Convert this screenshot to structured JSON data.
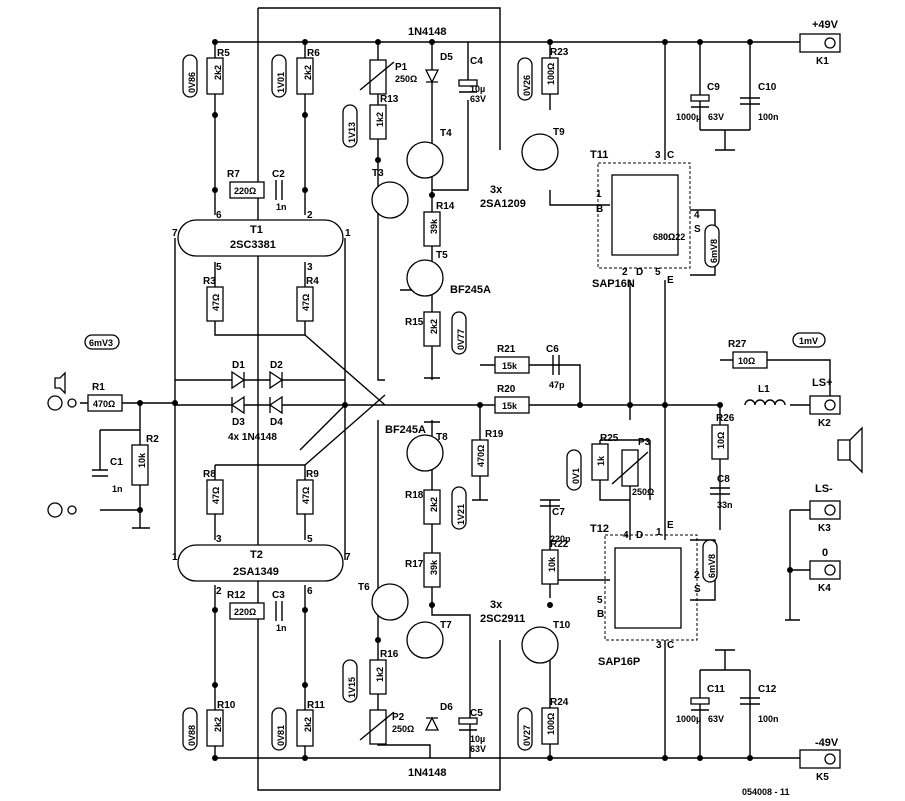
{
  "rails": {
    "pos": "+49V",
    "neg": "-49V"
  },
  "connectors": {
    "k1": "K1",
    "k2": "K2",
    "k3": "K3",
    "k4": "K4",
    "k5": "K5",
    "ls_plus": "LS+",
    "ls_minus": "LS-",
    "zero": "0"
  },
  "transistors": {
    "t1": "T1",
    "t1_type": "2SC3381",
    "t2": "T2",
    "t2_type": "2SA1349",
    "t3": "T3",
    "t4": "T4",
    "t5": "T5",
    "t5_type": "BF245A",
    "t6": "T6",
    "t7": "T7",
    "t8": "T8",
    "t8_type": "BF245A",
    "t9": "T9",
    "t10": "T10",
    "t11": "T11",
    "t11_type": "SAP16N",
    "t12": "T12",
    "t12_type": "SAP16P",
    "group_top": "3x",
    "group_top_type": "2SA1209",
    "group_bot": "3x",
    "group_bot_type": "2SC2911"
  },
  "diodes": {
    "d1": "D1",
    "d2": "D2",
    "d3": "D3",
    "d4": "D4",
    "bridge_note": "4x 1N4148",
    "d5": "D5",
    "d6": "D6",
    "top_type": "1N4148",
    "bot_type": "1N4148"
  },
  "resistors": [
    {
      "ref": "R1",
      "val": "470Ω"
    },
    {
      "ref": "R2",
      "val": "10k"
    },
    {
      "ref": "R3",
      "val": "47Ω"
    },
    {
      "ref": "R4",
      "val": "47Ω"
    },
    {
      "ref": "R5",
      "val": "2k2"
    },
    {
      "ref": "R6",
      "val": "2k2"
    },
    {
      "ref": "R7",
      "val": "220Ω"
    },
    {
      "ref": "R8",
      "val": "47Ω"
    },
    {
      "ref": "R9",
      "val": "47Ω"
    },
    {
      "ref": "R10",
      "val": "2k2"
    },
    {
      "ref": "R11",
      "val": "2k2"
    },
    {
      "ref": "R12",
      "val": "220Ω"
    },
    {
      "ref": "R13",
      "val": "1k2"
    },
    {
      "ref": "R14",
      "val": "39k"
    },
    {
      "ref": "R15",
      "val": "2k2"
    },
    {
      "ref": "R16",
      "val": "1k2"
    },
    {
      "ref": "R17",
      "val": "39k"
    },
    {
      "ref": "R18",
      "val": "2k2"
    },
    {
      "ref": "R19",
      "val": "470Ω"
    },
    {
      "ref": "R20",
      "val": "15k"
    },
    {
      "ref": "R21",
      "val": "15k"
    },
    {
      "ref": "R22",
      "val": "10k"
    },
    {
      "ref": "R23",
      "val": "100Ω"
    },
    {
      "ref": "R24",
      "val": "100Ω"
    },
    {
      "ref": "R25",
      "val": "1k"
    },
    {
      "ref": "R26",
      "val": "10Ω"
    },
    {
      "ref": "R27",
      "val": "10Ω"
    }
  ],
  "pots": [
    {
      "ref": "P1",
      "val": "250Ω"
    },
    {
      "ref": "P2",
      "val": "250Ω"
    },
    {
      "ref": "P3",
      "val": "250Ω"
    }
  ],
  "caps": [
    {
      "ref": "C1",
      "val": "1n"
    },
    {
      "ref": "C2",
      "val": "1n"
    },
    {
      "ref": "C3",
      "val": "1n"
    },
    {
      "ref": "C4",
      "val": "10µ",
      "val2": "63V"
    },
    {
      "ref": "C5",
      "val": "10µ",
      "val2": "63V"
    },
    {
      "ref": "C6",
      "val": "47p"
    },
    {
      "ref": "C7",
      "val": "220p"
    },
    {
      "ref": "C8",
      "val": "33n"
    },
    {
      "ref": "C9",
      "val": "1000µ",
      "val2": "63V"
    },
    {
      "ref": "C10",
      "val": "100n"
    },
    {
      "ref": "C11",
      "val": "1000µ",
      "val2": "63V"
    },
    {
      "ref": "C12",
      "val": "100n"
    }
  ],
  "inductor": "L1",
  "voltages": {
    "v_r5": "0V86",
    "v_r6": "1V01",
    "v_r13": "1V13",
    "v_r15": "0V77",
    "v_r23": "0V26",
    "v_t11": "6mV8",
    "v_in": "6mV3",
    "v_out": "1mV",
    "v_r25": "0V1",
    "v_r18": "1V21",
    "v_t12": "6mV8",
    "v_r16": "1V15",
    "v_r10": "0V88",
    "v_r11": "0V81",
    "v_r24": "0V27"
  },
  "pins": {
    "t1_l": "7",
    "t1_6": "6",
    "t1_2": "2",
    "t1_r": "1",
    "t1_5": "5",
    "t1_3": "3",
    "t2_l": "1",
    "t2_3": "3",
    "t2_5": "5",
    "t2_r": "7",
    "t2_2": "2",
    "t2_6": "6",
    "t11_c3": "3",
    "t11_c": "C",
    "t11_1": "1",
    "t11_b": "B",
    "t11_4": "4",
    "t11_s": "S",
    "t11_2": "2",
    "t11_d": "D",
    "t11_5": "5",
    "t11_e": "E",
    "t12_4": "4",
    "t12_d": "D",
    "t12_1": "1",
    "t12_e": "E",
    "t12_5": "5",
    "t12_b": "B",
    "t12_2": "2",
    "t12_s": "S",
    "t12_3": "3",
    "t12_c": "C",
    "rsense": "0Ω22",
    "rsense2": "680Ω"
  },
  "footer": {
    "code": "054008 - 11"
  }
}
